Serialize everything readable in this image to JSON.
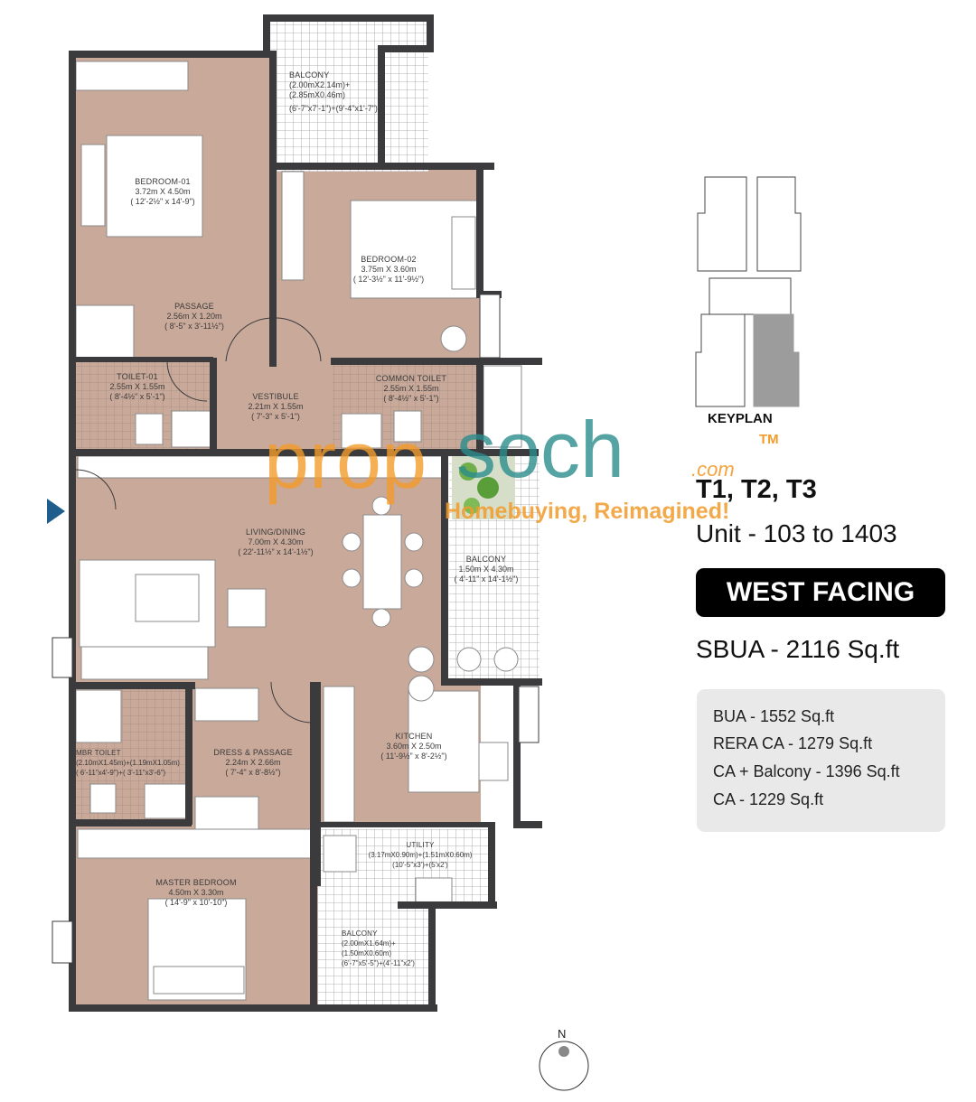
{
  "rooms": {
    "balcony_top": {
      "name": "BALCONY",
      "dim": "(2.00mX2.14m)+",
      "dim2": "(2.85mX0.46m)",
      "imp": "(6'-7\"x7'-1\")+(9'-4\"x1'-7\")"
    },
    "bedroom1": {
      "name": "BEDROOM-01",
      "dim": "3.72m X 4.50m",
      "imp": "( 12'-2½\" x 14'-9\")"
    },
    "bedroom2": {
      "name": "BEDROOM-02",
      "dim": "3.75m X 3.60m",
      "imp": "( 12'-3½\" x 11'-9½\")"
    },
    "passage": {
      "name": "PASSAGE",
      "dim": "2.56m X 1.20m",
      "imp": "( 8'-5\" x 3'-11½\")"
    },
    "toilet1": {
      "name": "TOILET-01",
      "dim": "2.55m X 1.55m",
      "imp": "( 8'-4½\" x 5'-1\")"
    },
    "vestibule": {
      "name": "VESTIBULE",
      "dim": "2.21m X 1.55m",
      "imp": "( 7'-3\" x 5'-1\")"
    },
    "common_toilet": {
      "name": "COMMON TOILET",
      "dim": "2.55m X 1.55m",
      "imp": "( 8'-4½\" x 5'-1\")"
    },
    "living": {
      "name": "LIVING/DINING",
      "dim": "7.00m X 4.30m",
      "imp": "( 22'-11½\" x 14'-1½\")"
    },
    "balcony_mid": {
      "name": "BALCONY",
      "dim": "1.50m X 4.30m",
      "imp": "( 4'-11\" x 14'-1½\")"
    },
    "mbr_toilet": {
      "name": "MBR TOILET",
      "dim": "(2.10mX1.45m)+(1.19mX1.05m)",
      "imp": "( 6'-11\"x4'-9\")+( 3'-11\"x3'-6\")"
    },
    "dress": {
      "name": "DRESS & PASSAGE",
      "dim": "2.24m X 2.66m",
      "imp": "( 7'-4\" x 8'-8½\")"
    },
    "kitchen": {
      "name": "KITCHEN",
      "dim": "3.60m X 2.50m",
      "imp": "( 11'-9½\" x 8'-2½\")"
    },
    "utility": {
      "name": "UTILITY",
      "dim": "(3.17mX0.90m)+(1.51mX0.60m)",
      "imp": "(10'-5\"x3')+(5'x2')"
    },
    "master": {
      "name": "MASTER BEDROOM",
      "dim": "4.50m X 3.30m",
      "imp": "( 14'-9\" x 10'-10\")"
    },
    "balcony_bot": {
      "name": "BALCONY",
      "dim": "(2.00mX1.64m)+",
      "dim2": "(1.50mX0.60m)",
      "imp": "(6'-7\"x5'-5\")+(4'-11\"x2')"
    }
  },
  "keyplan_title": "KEYPLAN",
  "towers": "T1, T2, T3",
  "unit": "Unit - 103 to 1403",
  "facing": "WEST FACING",
  "sbua": "SBUA - 2116 Sq.ft",
  "areas": [
    "BUA - 1552 Sq.ft",
    "RERA CA - 1279 Sq.ft",
    "CA + Balcony - 1396 Sq.ft",
    "CA - 1229 Sq.ft"
  ],
  "north": "N",
  "watermark": {
    "brand_left": "prop",
    "brand_right": "soch",
    "com": ".com",
    "tm": "TM",
    "tagline": "Homebuying, Reimagined!"
  },
  "colors": {
    "floor": "#c9a99a",
    "wall": "#3b3b3d",
    "tile": "#c5c6c8",
    "entry_arrow": "#1f5d8c",
    "keyplan_highlight": "#9c9c9c"
  }
}
